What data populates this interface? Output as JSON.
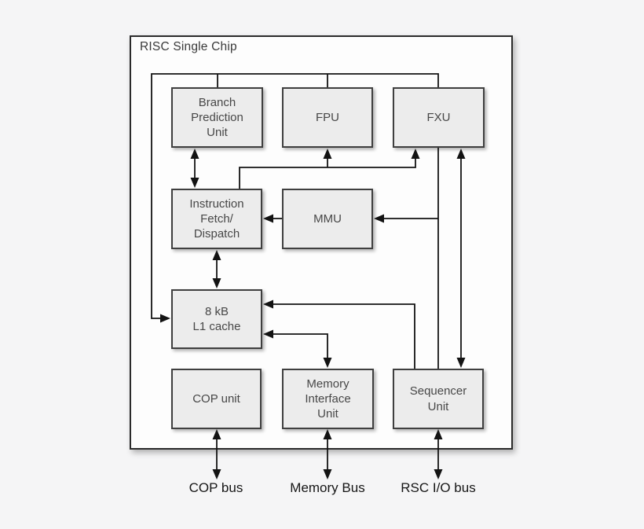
{
  "diagram": {
    "title": "RISC Single Chip",
    "units": {
      "bpu": "Branch\nPrediction\nUnit",
      "fpu": "FPU",
      "fxu": "FXU",
      "ifd": "Instruction\nFetch/\nDispatch",
      "mmu": "MMU",
      "cache": "8 kB\nL1 cache",
      "cop": "COP unit",
      "miu": "Memory\nInterface\nUnit",
      "seq": "Sequencer\nUnit"
    },
    "buses": {
      "cop_bus": "COP bus",
      "memory_bus": "Memory Bus",
      "io_bus": "RSC I/O bus"
    },
    "colors": {
      "background": "#f5f5f6",
      "chip_fill": "#fdfdfd",
      "unit_fill": "#ececec",
      "unit_border": "#3f3f3f",
      "chip_border": "#2b2b2b",
      "wire": "#131313",
      "text": "#474747"
    }
  }
}
